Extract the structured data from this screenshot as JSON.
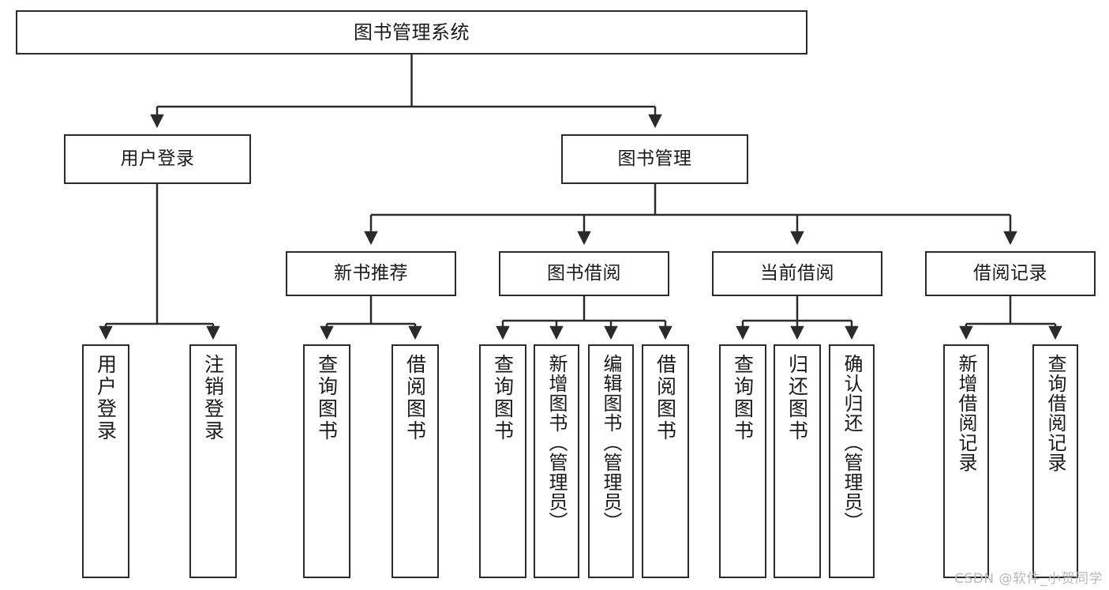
{
  "diagram": {
    "title": "图书管理系统",
    "type": "functional-structure-tree",
    "watermark": "CSDN @软件_小贺同学",
    "colors": {
      "box_border": "#2b2b2b",
      "box_fill": "#ffffff",
      "edge": "#2b2b2b",
      "text": "#1a1a1a",
      "watermark": "#b9b9b9",
      "background": "#ffffff"
    },
    "nodes": {
      "root": {
        "label": "图书管理系统"
      },
      "level2": [
        {
          "id": "user-login",
          "label": "用户登录"
        },
        {
          "id": "book-management",
          "label": "图书管理"
        }
      ],
      "level3": [
        {
          "id": "new-book-recommend",
          "label": "新书推荐"
        },
        {
          "id": "book-borrow",
          "label": "图书借阅"
        },
        {
          "id": "current-borrow",
          "label": "当前借阅"
        },
        {
          "id": "borrow-record",
          "label": "借阅记录"
        }
      ],
      "leaves": {
        "user-login": [
          {
            "id": "leaf-user-login",
            "label": "用户登录"
          },
          {
            "id": "leaf-logout",
            "label": "注销登录"
          }
        ],
        "new-book-recommend": [
          {
            "id": "leaf-query-book-1",
            "label": "查询图书"
          },
          {
            "id": "leaf-borrow-book-1",
            "label": "借阅图书"
          }
        ],
        "book-borrow": [
          {
            "id": "leaf-query-book-2",
            "label": "查询图书"
          },
          {
            "id": "leaf-add-book",
            "label": "新增图书（管理员）"
          },
          {
            "id": "leaf-edit-book",
            "label": "编辑图书（管理员）"
          },
          {
            "id": "leaf-borrow-book-2",
            "label": "借阅图书"
          }
        ],
        "current-borrow": [
          {
            "id": "leaf-query-book-3",
            "label": "查询图书"
          },
          {
            "id": "leaf-return-book",
            "label": "归还图书"
          },
          {
            "id": "leaf-confirm-return",
            "label": "确认归还（管理员）"
          }
        ],
        "borrow-record": [
          {
            "id": "leaf-add-record",
            "label": "新增借阅记录"
          },
          {
            "id": "leaf-query-record",
            "label": "查询借阅记录"
          }
        ]
      }
    }
  }
}
